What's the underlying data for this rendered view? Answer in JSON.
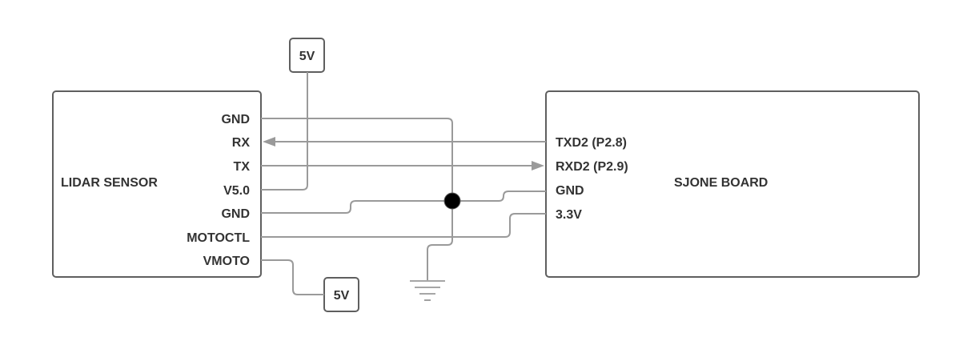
{
  "lidar": {
    "title": "LIDAR SENSOR",
    "pins": [
      "GND",
      "RX",
      "TX",
      "V5.0",
      "GND",
      "MOTOCTL",
      "VMOTO"
    ]
  },
  "sjone": {
    "title": "SJONE BOARD",
    "pins": [
      "TXD2 (P2.8)",
      "RXD2 (P2.9)",
      "GND",
      "3.3V"
    ]
  },
  "power_top": {
    "label": "5V"
  },
  "power_bottom": {
    "label": "5V"
  }
}
